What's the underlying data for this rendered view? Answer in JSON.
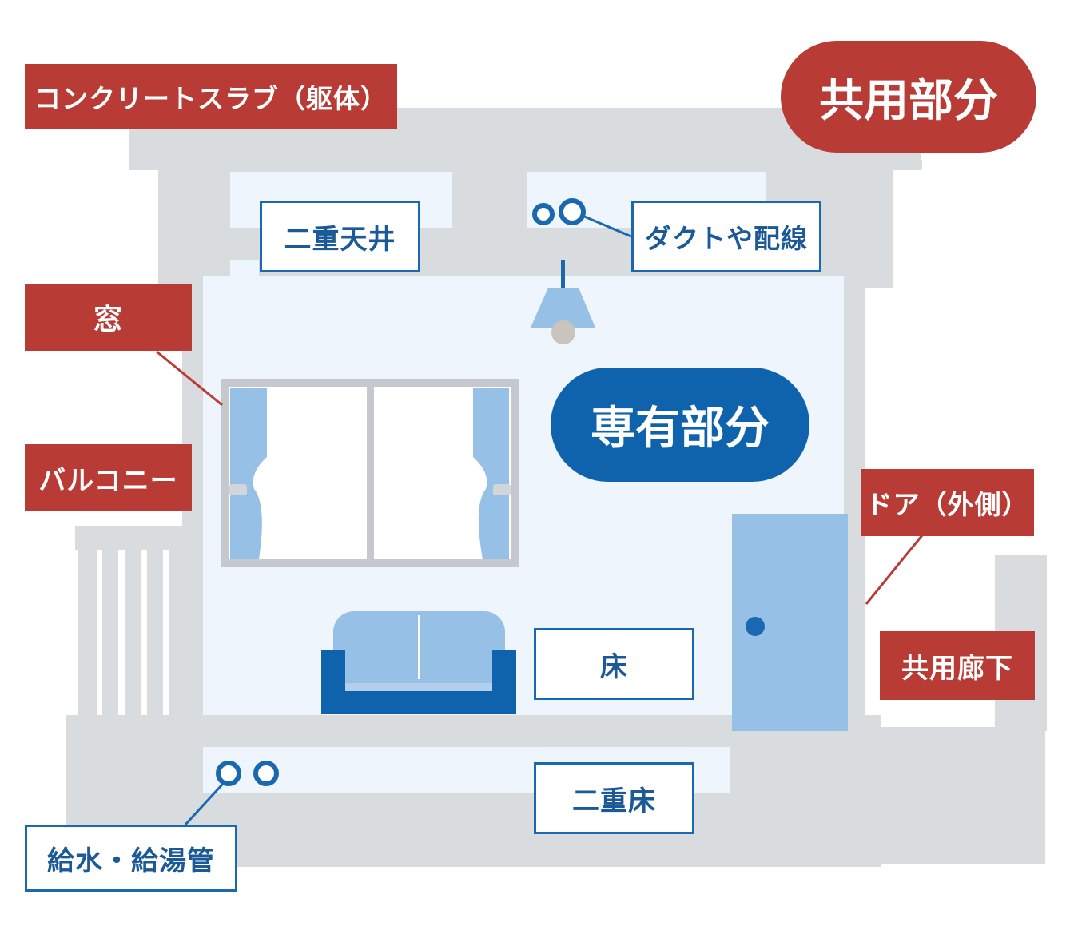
{
  "badges": {
    "common": {
      "text": "共用部分",
      "color": "#b83c35"
    },
    "private": {
      "text": "専有部分",
      "color": "#0f63ad"
    }
  },
  "common_labels": {
    "concrete_slab": "コンクリートスラブ（躯体）",
    "window": "窓",
    "balcony": "バルコニー",
    "door_outside": "ドア（外側）",
    "common_corridor": "共用廊下"
  },
  "private_labels": {
    "double_ceiling": "二重天井",
    "ducts_wiring": "ダクトや配線",
    "floor": "床",
    "double_floor": "二重床",
    "water_pipes": "給水・給湯管"
  },
  "colors": {
    "structure_gray": "#d9dcdf",
    "room_light_blue": "#eef5fd",
    "furniture_blue": "#97c0e6",
    "accent_blue": "#1a68b0",
    "common_red": "#b83c35"
  }
}
